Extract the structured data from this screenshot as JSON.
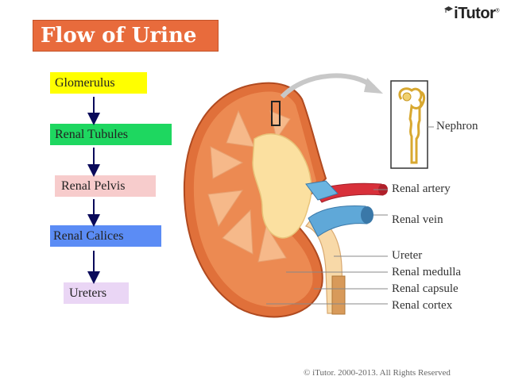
{
  "title": "Flow of Urine",
  "logo": {
    "text": "iTutor",
    "mark": "®",
    "icon": "graduation-cap-icon"
  },
  "flow": {
    "steps": [
      "Glomerulus",
      "Renal  Tubules",
      "Renal  Pelvis",
      "Renal  Calices",
      "Ureters"
    ]
  },
  "diagram": {
    "labels": {
      "nephron": "Nephron",
      "renal_artery": "Renal artery",
      "renal_vein": "Renal vein",
      "ureter": "Ureter",
      "renal_medulla": "Renal medulla",
      "renal_capsule": "Renal capsule",
      "renal_cortex": "Renal cortex"
    }
  },
  "footer": {
    "copyright": "© iTutor. 2000-2013. All Rights Reserved"
  },
  "colors": {
    "title_bg": "#e86b3c",
    "glomerulus": "#ffff00",
    "renal_tubules": "#1ed760",
    "renal_pelvis": "#f7cccc",
    "renal_calices": "#5b8cf5",
    "ureters": "#ead6f5",
    "arrow": "#0a0a5a"
  }
}
